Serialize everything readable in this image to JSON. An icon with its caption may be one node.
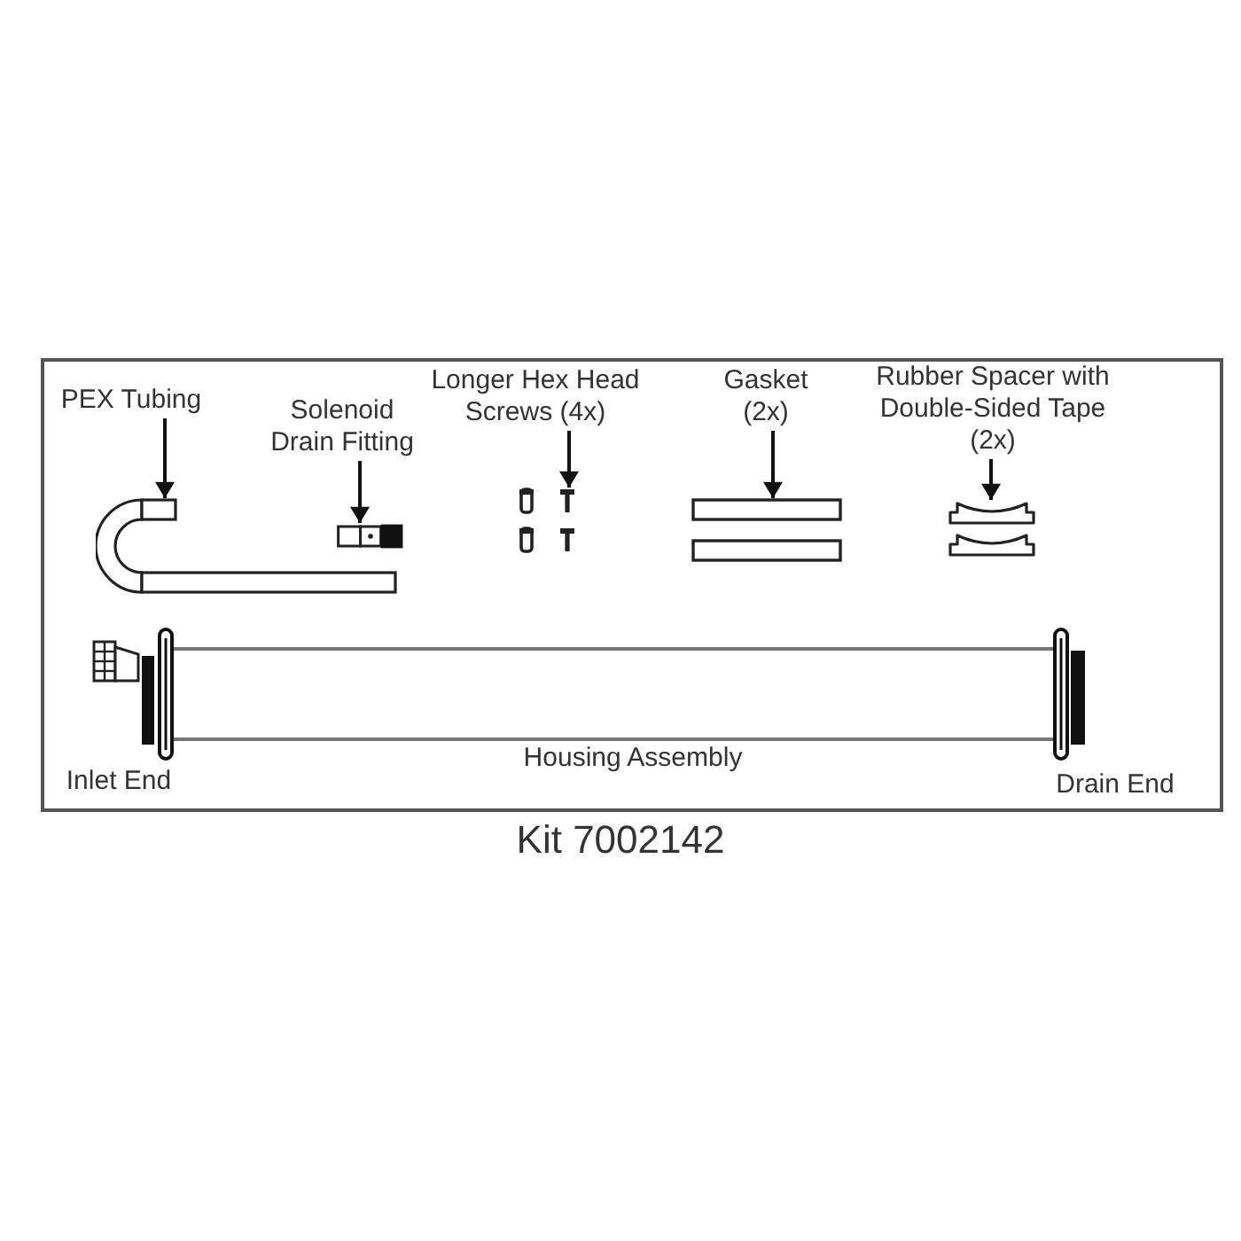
{
  "diagram": {
    "caption": "Kit 7002142",
    "nodes": [
      {
        "text": [],
        "shape": "box"
      },
      {
        "text": [
          "PEX Tubing"
        ],
        "in": 0
      },
      {
        "text": [],
        "shape": "picture",
        "in": 0
      },
      {
        "text": [
          "Solenoid Drain Fitting"
        ],
        "in": 0
      },
      {
        "text": [],
        "shape": "picture",
        "in": 0
      },
      {
        "text": [
          "Longer Hex Head Screws (4x)"
        ],
        "in": 0
      },
      {
        "text": [],
        "shape": "picture",
        "in": 0
      },
      {
        "text": [
          "Gasket (2x)"
        ],
        "in": 0
      },
      {
        "text": [],
        "shape": "picture",
        "in": 0
      },
      {
        "text": [
          "Rubber Spacer with Double-Sided Tape (2x)"
        ],
        "in": 0
      },
      {
        "text": [],
        "shape": "picture",
        "in": 0
      }
    ],
    "edges": [
      {
        "from": 1,
        "to": 2,
        "arrow": "to"
      },
      {
        "from": 3,
        "to": 4,
        "arrow": "to"
      },
      {
        "from": 5,
        "to": 6,
        "arrow": "to"
      },
      {
        "from": 7,
        "to": 8,
        "arrow": "to"
      },
      {
        "from": 9,
        "to": 10,
        "arrow": "to"
      }
    ],
    "labels": [
      "Inlet End",
      "Housing Assembly",
      "Drain End"
    ]
  }
}
